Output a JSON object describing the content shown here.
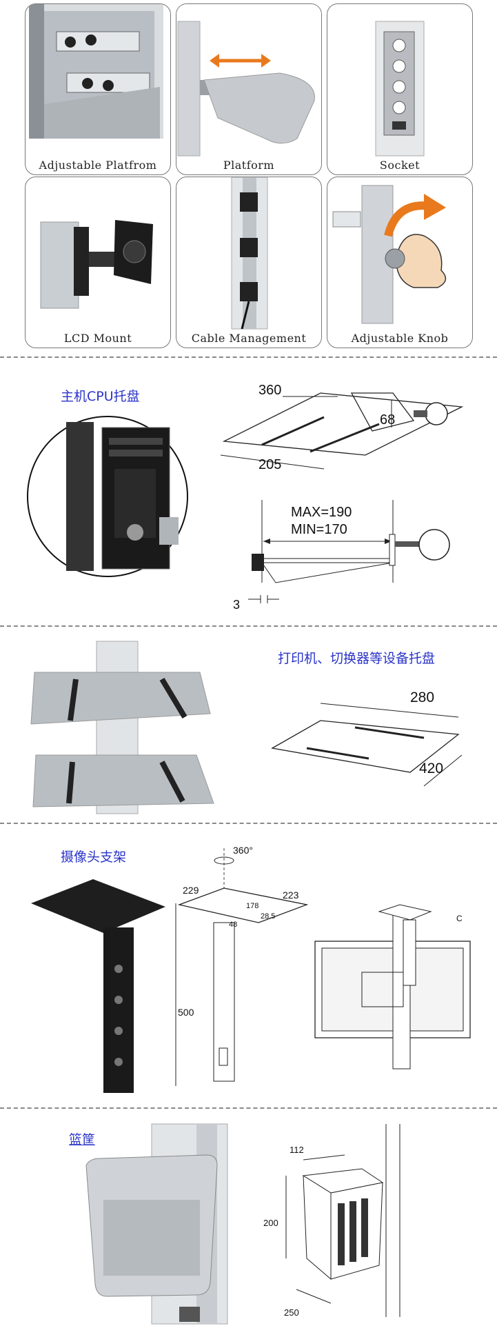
{
  "features": [
    {
      "caption": "Adjustable Platfrom"
    },
    {
      "caption": "Platform"
    },
    {
      "caption": "Socket"
    },
    {
      "caption": "LCD Mount"
    },
    {
      "caption": "Cable Management"
    },
    {
      "caption": "Adjustable Knob"
    }
  ],
  "cpu_tray": {
    "title": "主机CPU托盘",
    "dim_length": "360",
    "dim_height": "68",
    "dim_width": "205",
    "max_label": "MAX=190",
    "min_label": "MIN=170",
    "dim_gap": "3"
  },
  "printer_tray": {
    "title": "打印机、切换器等设备托盘",
    "dim_depth": "280",
    "dim_width": "420"
  },
  "camera_mount": {
    "title": "摄像头支架",
    "rotation": "360",
    "dim_a": "229",
    "dim_b": "223",
    "dim_c": "178",
    "dim_d": "28.5",
    "dim_e": "48",
    "dim_height": "500",
    "label_c": "C"
  },
  "basket": {
    "title": "篮筐",
    "dim_top": "112",
    "dim_height": "200",
    "dim_bottom": "250"
  },
  "colors": {
    "title_blue": "#2a33c8",
    "arrow_orange": "#e87a1d",
    "metal": "#c8ccd0",
    "divider": "#888888"
  }
}
